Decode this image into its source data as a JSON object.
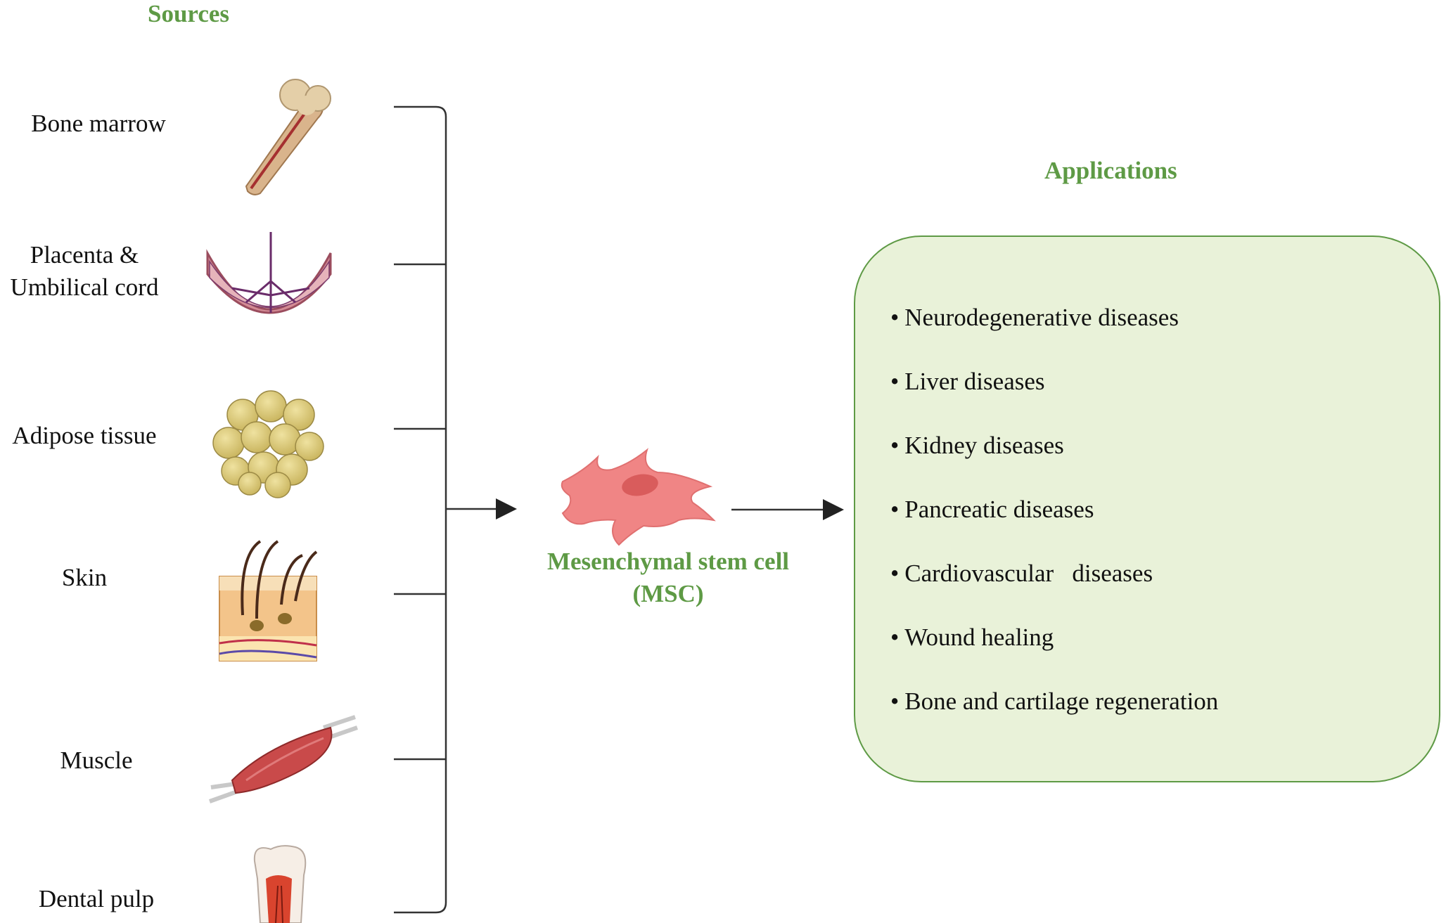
{
  "headings": {
    "sources": "Sources",
    "applications": "Applications"
  },
  "sources": [
    {
      "label": "Bone marrow",
      "icon": "bone-icon"
    },
    {
      "label": "Placenta &\nUmbilical cord",
      "icon": "placenta-icon"
    },
    {
      "label": "Adipose tissue",
      "icon": "adipose-icon"
    },
    {
      "label": "Skin",
      "icon": "skin-icon"
    },
    {
      "label": "Muscle",
      "icon": "muscle-icon"
    },
    {
      "label": "Dental pulp",
      "icon": "tooth-icon"
    }
  ],
  "center": {
    "label_line1": "Mesenchymal stem cell",
    "label_line2": "(MSC)",
    "icon": "stem-cell-icon"
  },
  "applications": [
    "Neurodegenerative diseases",
    "Liver diseases",
    "Kidney diseases",
    "Pancreatic diseases",
    "Cardiovascular   diseases",
    "Wound healing",
    "Bone and cartilage regeneration"
  ],
  "colors": {
    "heading_green": "#5e9a45",
    "box_fill": "#e9f2d9",
    "box_border": "#5e9a45",
    "cell_fill": "#f08585"
  }
}
